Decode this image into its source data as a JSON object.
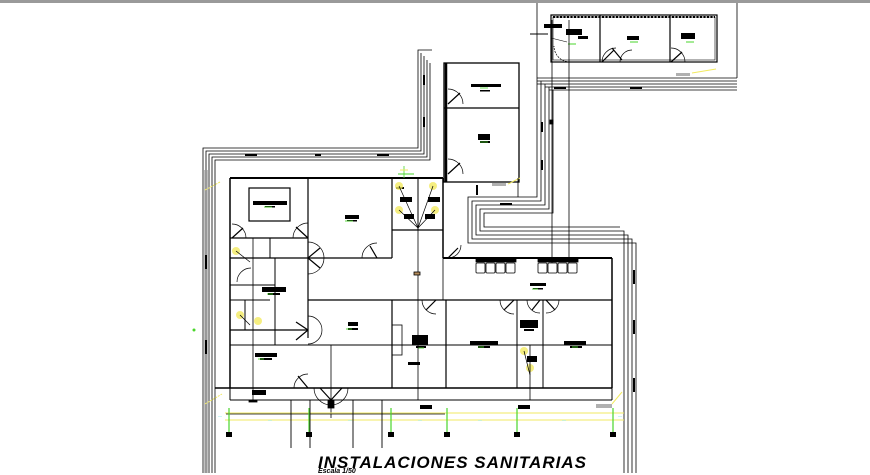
{
  "drawing": {
    "title": "INSTALACIONES SANITARIAS",
    "scale": "Escala 1/50",
    "colors": {
      "walls": "#000000",
      "wall_outline": "#555555",
      "water_line": "#f5f06a",
      "axis_green": "#4ad62b",
      "fixture_yellow": "#f2ea60",
      "grey_label": "#b0b0b0",
      "cyan_text": "#44dddd"
    },
    "rooms": [
      {
        "id": "upper-left-room"
      },
      {
        "id": "central-room"
      },
      {
        "id": "bath-1"
      },
      {
        "id": "bath-2"
      },
      {
        "id": "tower-room-top"
      },
      {
        "id": "tower-room-bottom"
      },
      {
        "id": "annex-room-1"
      },
      {
        "id": "annex-room-2"
      },
      {
        "id": "annex-room-3"
      },
      {
        "id": "corridor-with-sinks"
      },
      {
        "id": "lower-left-room"
      },
      {
        "id": "lower-center-room"
      },
      {
        "id": "lower-right-room-1"
      },
      {
        "id": "lower-right-room-2"
      },
      {
        "id": "small-bath"
      }
    ],
    "axis_markers": 7
  }
}
